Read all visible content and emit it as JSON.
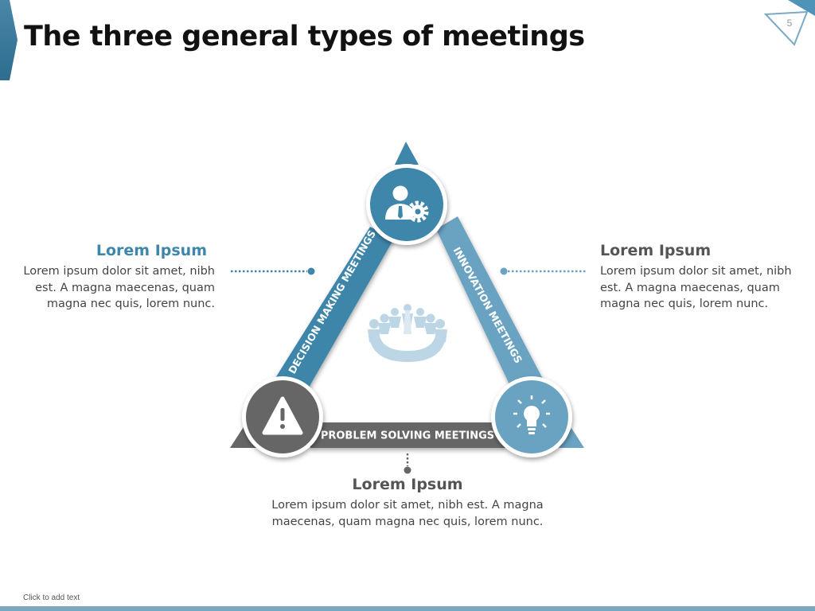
{
  "slide": {
    "title": "The three general types of meetings",
    "page_number": "5",
    "footer_placeholder": "Click to add text"
  },
  "diagram": {
    "sides": {
      "left": "DECISION MAKING MEETINGS",
      "right": "INNOVATION MEETINGS",
      "bottom": "PROBLEM SOLVING MEETINGS"
    },
    "icons": {
      "top": "businessman-gear-icon",
      "bottom_left": "warning-icon",
      "bottom_right": "lightbulb-icon",
      "center": "meeting-table-icon"
    }
  },
  "callouts": {
    "left": {
      "heading": "Lorem Ipsum",
      "body": "Lorem ipsum dolor sit amet, nibh est. A magna maecenas, quam magna nec quis, lorem nunc."
    },
    "right": {
      "heading": "Lorem Ipsum",
      "body": "Lorem ipsum dolor sit amet, nibh est. A magna maecenas, quam magna nec quis, lorem nunc."
    },
    "bottom": {
      "heading": "Lorem Ipsum",
      "body": "Lorem ipsum dolor sit amet, nibh est. A magna maecenas, quam magna nec quis, lorem nunc."
    }
  },
  "colors": {
    "dark_blue": "#3e86aa",
    "light_blue": "#6aa2c2",
    "gray": "#666666",
    "pale_blue": "#bcd6e6"
  }
}
